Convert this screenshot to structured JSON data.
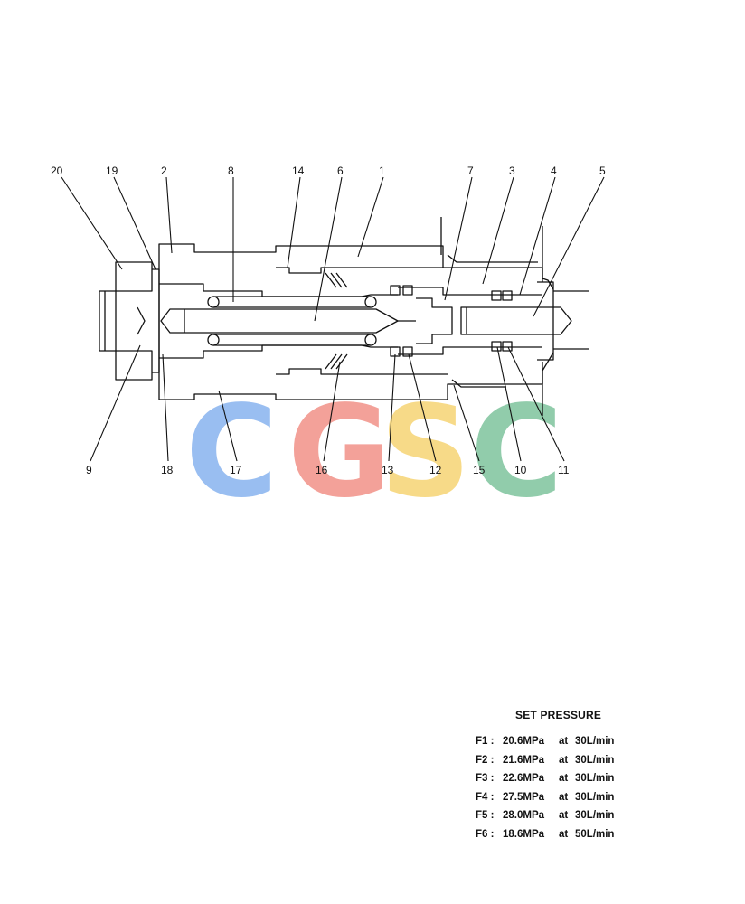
{
  "diagram": {
    "callouts": [
      "1",
      "2",
      "3",
      "4",
      "5",
      "6",
      "7",
      "8",
      "9",
      "10",
      "11",
      "12",
      "13",
      "14",
      "15",
      "16",
      "17",
      "18",
      "19",
      "20"
    ],
    "watermark": {
      "letters": [
        "C",
        "G",
        "S",
        "C"
      ],
      "colors": [
        "#8fb8f0",
        "#f2978e",
        "#f7d77c",
        "#86c7a3"
      ]
    },
    "line_color": "#111111"
  },
  "spec": {
    "title": "SET PRESSURE",
    "rows": [
      {
        "label": "F1 :",
        "pressure": "20.6MPa",
        "at": "at",
        "flow": "30L/min"
      },
      {
        "label": "F2 :",
        "pressure": "21.6MPa",
        "at": "at",
        "flow": "30L/min"
      },
      {
        "label": "F3 :",
        "pressure": "22.6MPa",
        "at": "at",
        "flow": "30L/min"
      },
      {
        "label": "F4 :",
        "pressure": "27.5MPa",
        "at": "at",
        "flow": "30L/min"
      },
      {
        "label": "F5 :",
        "pressure": "28.0MPa",
        "at": "at",
        "flow": "30L/min"
      },
      {
        "label": "F6 :",
        "pressure": "18.6MPa",
        "at": "at",
        "flow": "50L/min"
      }
    ]
  }
}
